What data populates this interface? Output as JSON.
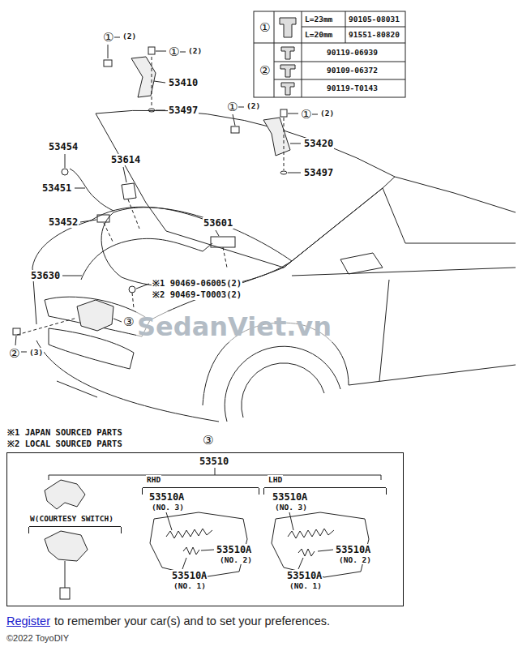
{
  "diagram": {
    "nodes": [
      {
        "text": [
          "③",
          "53510"
        ]
      },
      {
        "text": [
          "W(COURTESY SWITCH)"
        ],
        "in": 0
      },
      {
        "text": [
          "RHD"
        ],
        "in": 0
      },
      {
        "text": [
          "LHD"
        ],
        "in": 0
      }
    ],
    "labels": [
      "①",
      "(2)",
      "①",
      "(2)",
      "53410",
      "53497",
      "①",
      "L=23mm",
      "90105-08031",
      "L=20mm",
      "91551-80820",
      "②",
      "90119-06939",
      "90109-06372",
      "90119-T0143",
      "①",
      "(2)",
      "①",
      "(2)",
      "53420",
      "53497",
      "53454",
      "53614",
      "53451",
      "53452",
      "53601",
      "53630",
      "※1 90469-06005(2)",
      "※2 90469-T0003(2)",
      "③",
      "②",
      "(3)",
      "SedanViet.vn",
      "※1 JAPAN SOURCED PARTS",
      "※2 LOCAL SOURCED PARTS",
      "53510A",
      "(NO. 3)",
      "53510A",
      "(NO. 2)",
      "53510A",
      "(NO. 1)",
      "53510A",
      "(NO. 3)",
      "53510A",
      "(NO. 2)",
      "53510A",
      "(NO. 1)",
      "Register",
      "to remember your car(s) and to set your preferences.",
      "©2022 ToyoDIY"
    ]
  }
}
